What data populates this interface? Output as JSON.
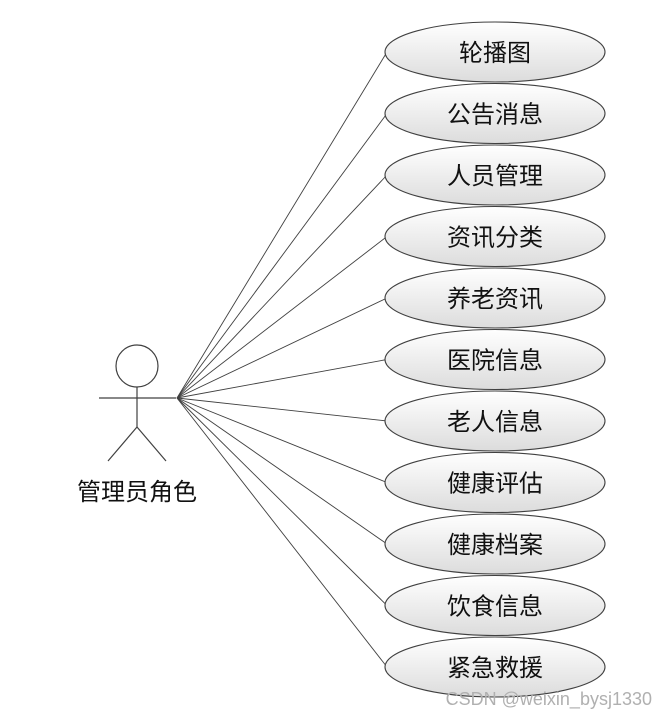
{
  "actor": {
    "label": "管理员角色",
    "icon": "stick-figure-actor-icon"
  },
  "use_cases": [
    "轮播图",
    "公告消息",
    "人员管理",
    "资讯分类",
    "养老资讯",
    "医院信息",
    "老人信息",
    "健康评估",
    "健康档案",
    "饮食信息",
    "紧急救援"
  ],
  "watermark": "CSDN @weixin_bysj1330",
  "colors": {
    "stroke": "#404040",
    "ellipse_gradient_start": "#ffffff",
    "ellipse_gradient_end": "#dcdcdc",
    "text": "#111111",
    "watermark": "#b0b0b0"
  }
}
